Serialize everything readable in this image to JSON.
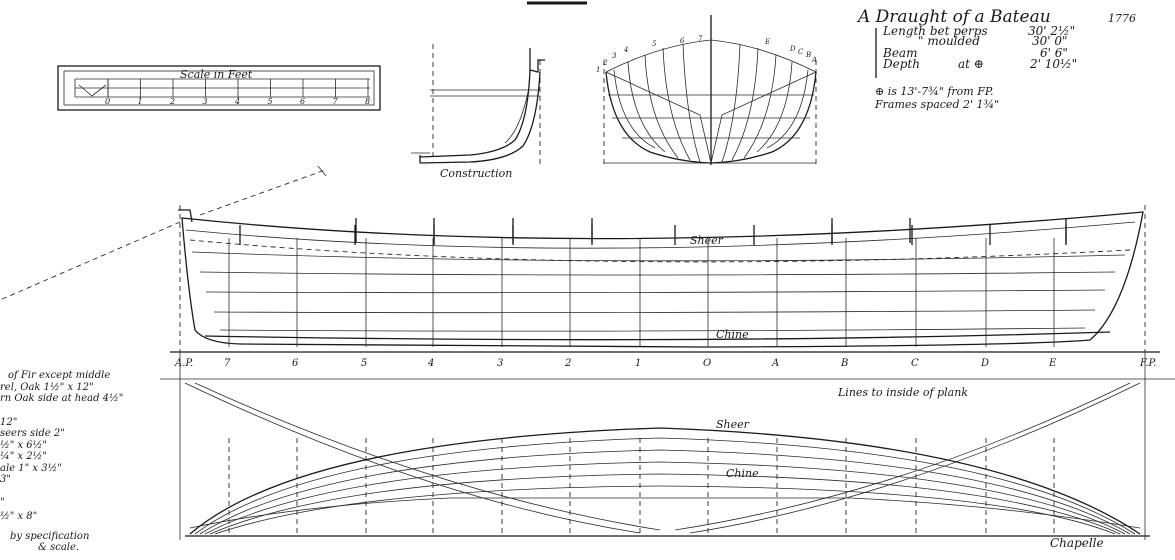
{
  "title": {
    "main": "A Draught of a Bateau",
    "year": "1776",
    "specs": [
      {
        "label": "Length bet perps",
        "value": "30' 2½\""
      },
      {
        "label": "\" moulded",
        "value": "30' 0\""
      },
      {
        "label": "Beam",
        "value": "6' 6\""
      },
      {
        "label": "Depth",
        "extra": "at ⊕",
        "value": "2' 10½\""
      }
    ],
    "notes": [
      "⊕ is 13'-7¾\" from FP.",
      "Frames spaced 2' 1¾\""
    ]
  },
  "scale": {
    "title": "Scale in Feet",
    "ticks": [
      "0",
      "1",
      "2",
      "3",
      "4",
      "5",
      "6",
      "7",
      "8"
    ]
  },
  "views": {
    "construction_label": "Construction",
    "body_plan_stations": [
      "1",
      "2",
      "3",
      "4",
      "5",
      "6",
      "7",
      "E",
      "D",
      "C",
      "B",
      "A"
    ]
  },
  "profile": {
    "sheer_label": "Sheer",
    "chine_label": "Chine",
    "stations": [
      "A.P.",
      "7",
      "6",
      "5",
      "4",
      "3",
      "2",
      "1",
      "O",
      "A",
      "B",
      "C",
      "D",
      "E",
      "F.P."
    ]
  },
  "half_breadth": {
    "caption": "Lines to inside of plank",
    "sheer_label": "Sheer",
    "chine_label": "Chine"
  },
  "material_notes": [
    "of Fir except middle",
    "rel, Oak 1½\" x 12\"",
    "rn Oak side at head 4½\"",
    "12\"",
    "seers side 2\"",
    "½\" x 6½\"",
    "¼\" x 2½\"",
    "ale 1\" x 3½\"",
    "3\"",
    "\"",
    "½\" x 8\"",
    "by specification",
    "& scale."
  ],
  "signature": "Chapelle"
}
